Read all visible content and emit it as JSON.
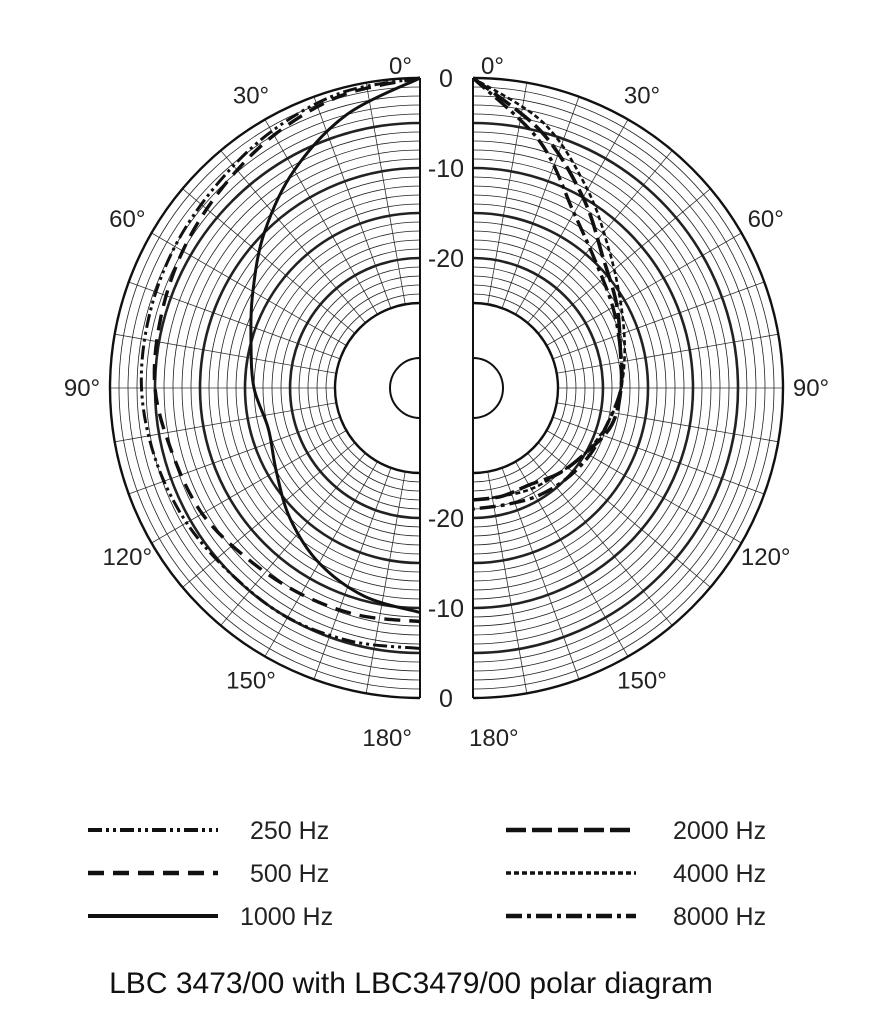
{
  "chart_data": {
    "type": "polar",
    "title": "LBC 3473/00 with LBC3479/00 polar diagram",
    "angle_labels_left": [
      "0°",
      "30°",
      "60°",
      "90°",
      "120°",
      "150°",
      "180°"
    ],
    "angle_labels_right": [
      "0°",
      "30°",
      "60°",
      "90°",
      "120°",
      "150°",
      "180°"
    ],
    "radial_tick_labels": [
      "0",
      "-10",
      "-20",
      "-20",
      "-10",
      "0"
    ],
    "radial_range_db": [
      -25,
      0
    ],
    "grid": true,
    "legend": [
      {
        "label": "250 Hz",
        "style": "dash-dot-dot"
      },
      {
        "label": "500 Hz",
        "style": "dash"
      },
      {
        "label": "1000 Hz",
        "style": "solid"
      },
      {
        "label": "2000 Hz",
        "style": "long-dash"
      },
      {
        "label": "4000 Hz",
        "style": "dotted"
      },
      {
        "label": "8000 Hz",
        "style": "dash-dot"
      }
    ],
    "left_half": {
      "angles_deg": [
        0,
        15,
        30,
        45,
        60,
        75,
        90,
        105,
        120,
        135,
        150,
        165,
        180
      ],
      "series": [
        {
          "name": "250 Hz",
          "values_db": [
            0,
            -0.5,
            -1.5,
            -2.5,
            -3,
            -3.3,
            -3.5,
            -4,
            -4.5,
            -5,
            -5,
            -5.3,
            -5.5
          ]
        },
        {
          "name": "500 Hz",
          "values_db": [
            0,
            -0.8,
            -2,
            -3.2,
            -4,
            -4.6,
            -5,
            -6,
            -6.5,
            -7.5,
            -8,
            -8.3,
            -8.5
          ]
        },
        {
          "name": "1000 Hz",
          "values_db": [
            0,
            -3,
            -6.5,
            -10,
            -13,
            -15,
            -16,
            -17,
            -16,
            -14,
            -12,
            -10.5,
            -9.5
          ]
        }
      ]
    },
    "right_half": {
      "angles_deg": [
        0,
        15,
        30,
        45,
        60,
        75,
        90,
        105,
        120,
        135,
        150,
        165,
        180
      ],
      "series": [
        {
          "name": "2000 Hz",
          "values_db": [
            0,
            -5,
            -10,
            -14,
            -16,
            -17.5,
            -18,
            -18.5,
            -20,
            -21,
            -22,
            -22,
            -22
          ]
        },
        {
          "name": "4000 Hz",
          "values_db": [
            0,
            -4,
            -9,
            -13,
            -15.5,
            -17,
            -18,
            -19,
            -20,
            -21,
            -21.5,
            -22,
            -22
          ]
        },
        {
          "name": "8000 Hz",
          "values_db": [
            0,
            -6,
            -12,
            -15,
            -16.5,
            -17.5,
            -18,
            -19,
            -19.5,
            -20,
            -20.5,
            -21,
            -21
          ]
        }
      ]
    }
  }
}
